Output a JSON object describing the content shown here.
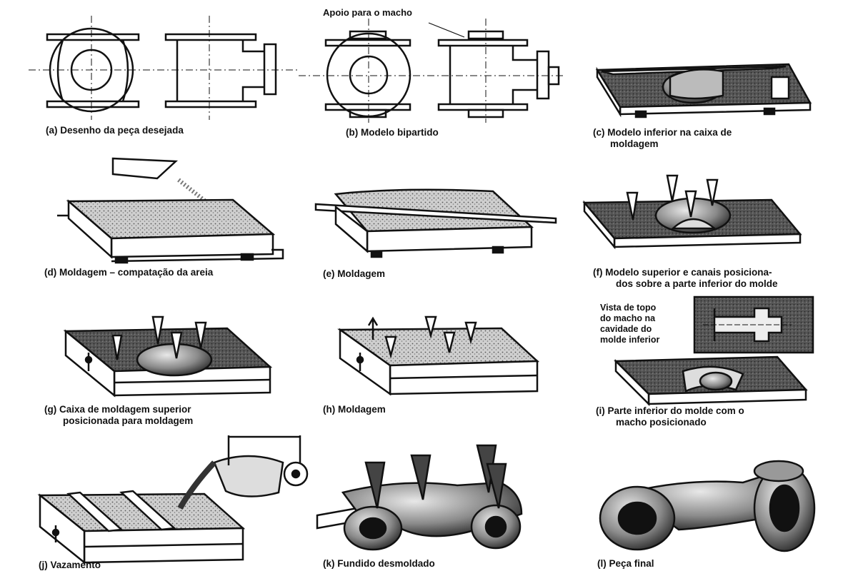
{
  "labels": {
    "core_support": "Apoio para o macho",
    "inset_view": [
      "Vista de topo",
      "do macho na",
      "cavidade do",
      "molde inferior"
    ]
  },
  "steps": [
    {
      "id": "a",
      "caption": [
        "(a) Desenho da peça desejada"
      ]
    },
    {
      "id": "b",
      "caption": [
        "(b) Modelo bipartido"
      ]
    },
    {
      "id": "c",
      "caption": [
        "(c) Modelo inferior na caixa de",
        "moldagem"
      ]
    },
    {
      "id": "d",
      "caption": [
        "(d) Moldagem – compatação da areia"
      ]
    },
    {
      "id": "e",
      "caption": [
        "(e) Moldagem"
      ]
    },
    {
      "id": "f",
      "caption": [
        "(f) Modelo superior e canais posiciona-",
        "dos sobre a parte inferior do molde"
      ]
    },
    {
      "id": "g",
      "caption": [
        "(g) Caixa de moldagem superior",
        "posicionada para moldagem"
      ]
    },
    {
      "id": "h",
      "caption": [
        "(h) Moldagem"
      ]
    },
    {
      "id": "i",
      "caption": [
        "(i) Parte inferior do molde com o",
        "macho posicionado"
      ]
    },
    {
      "id": "j",
      "caption": [
        "(j) Vazamento"
      ]
    },
    {
      "id": "k",
      "caption": [
        "(k) Fundido desmoldado"
      ]
    },
    {
      "id": "l",
      "caption": [
        "(l) Peça final"
      ]
    }
  ]
}
